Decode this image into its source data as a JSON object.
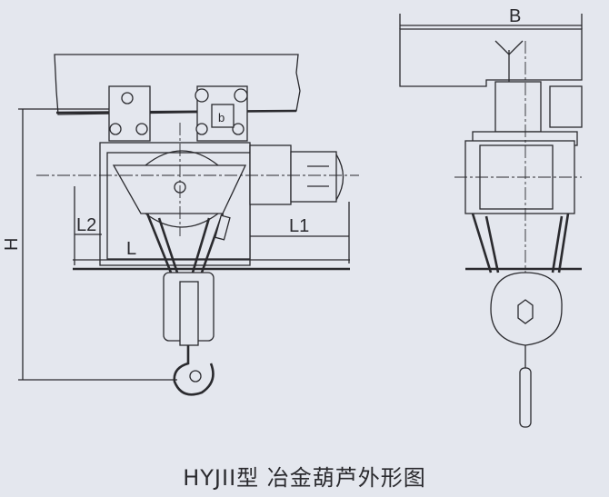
{
  "caption": "HYJII型 冶金葫芦外形图",
  "dimension_labels": {
    "B": "B",
    "H": "H",
    "L2": "L2",
    "L": "L",
    "L1": "L1"
  }
}
